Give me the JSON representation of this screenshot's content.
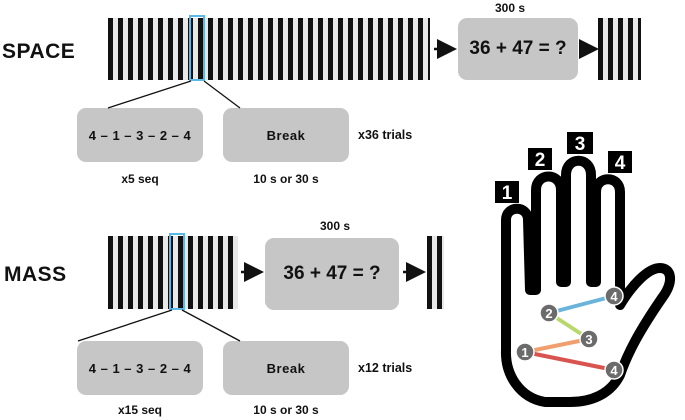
{
  "space": {
    "label": "SPACE",
    "duration": "300 s",
    "math": "36 + 47 = ?",
    "sequence": "4 – 1 – 3 – 2 – 4",
    "break_label": "Break",
    "trials": "x36 trials",
    "repeat": "x5 seq",
    "break_duration": "10 s or 30 s"
  },
  "mass": {
    "label": "MASS",
    "duration": "300 s",
    "math": "36 + 47 = ?",
    "sequence": "4 – 1 – 3 – 2 – 4",
    "break_label": "Break",
    "trials": "x12 trials",
    "repeat": "x15 seq",
    "break_duration": "10 s or 30 s"
  },
  "hand": {
    "finger_labels": [
      "1",
      "2",
      "3",
      "4"
    ],
    "node_labels": [
      "4",
      "2",
      "3",
      "1",
      "4"
    ],
    "colors": {
      "edge_4_2": "#6ab4dc",
      "edge_2_3": "#b7d86b",
      "edge_3_1": "#f0a070",
      "edge_1_4": "#d9534f",
      "node": "#6b6b6b",
      "highlight": "#5ab8e8"
    }
  }
}
